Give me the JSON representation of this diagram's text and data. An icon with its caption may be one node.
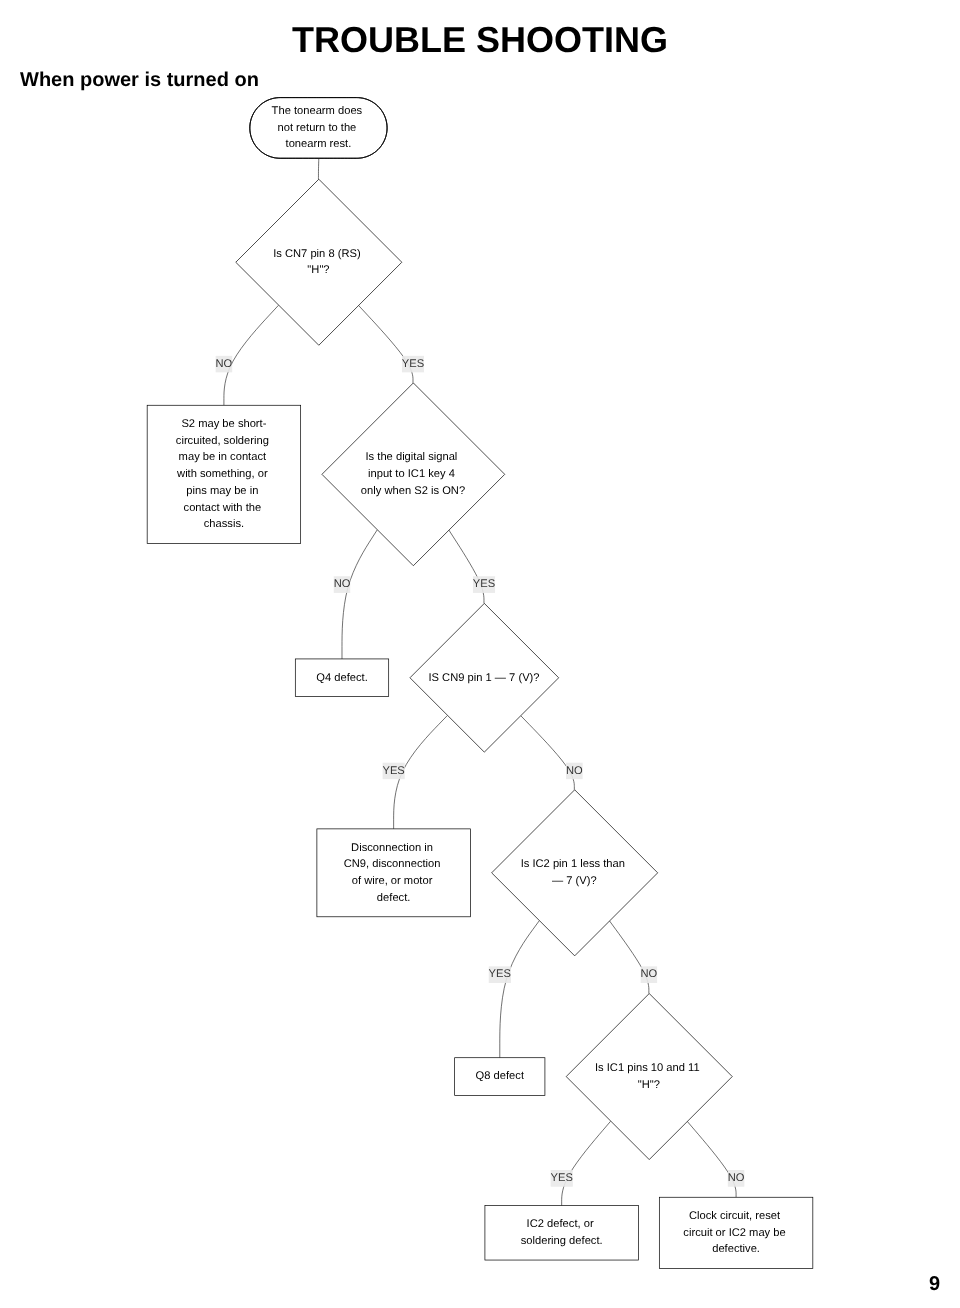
{
  "diagram": {
    "title": "TROUBLE SHOOTING",
    "nodes": [
      {
        "text": [
          "The tonearm does not return to the tonearm rest."
        ]
      },
      {
        "text": [
          "Is CN7 pin 8 (RS) \"H\"?"
        ]
      },
      {
        "text": [
          "S2 may be short-circuited, soldering may be in contact with something, or pins may be in contact with the chassis."
        ]
      },
      {
        "text": [
          "Is the digital signal input to IC1 key 4 only when S2 is ON?"
        ]
      },
      {
        "text": [
          "Q4 defect."
        ]
      },
      {
        "text": [
          "IS CN9 pin 1 — 7 (V)?"
        ]
      },
      {
        "text": [
          "Disconnection in CN9, disconnection of wire, or motor defect."
        ]
      },
      {
        "text": [
          "Is IC2 pin 1 less than — 7 (V)?"
        ]
      },
      {
        "text": [
          "Q8 defect"
        ]
      },
      {
        "text": [
          "Is IC1 pins 10 and 11 \"H\"?"
        ]
      },
      {
        "text": [
          "IC2 defect, or soldering defect."
        ]
      },
      {
        "text": [
          "Clock circuit, reset circuit or IC2 may be defective."
        ]
      }
    ],
    "edges": [
      {
        "from": 0,
        "to": 1,
        "arrow": "none"
      },
      {
        "from": 1,
        "to": 2,
        "arrow": "none",
        "label": "NO"
      },
      {
        "from": 1,
        "to": 3,
        "arrow": "none",
        "label": "YES"
      },
      {
        "from": 3,
        "to": 4,
        "arrow": "none",
        "label": "NO"
      },
      {
        "from": 3,
        "to": 5,
        "arrow": "none",
        "label": "YES"
      },
      {
        "from": 5,
        "to": 6,
        "arrow": "none",
        "label": "YES"
      },
      {
        "from": 5,
        "to": 7,
        "arrow": "none",
        "label": "NO"
      },
      {
        "from": 7,
        "to": 8,
        "arrow": "none",
        "label": "YES"
      },
      {
        "from": 7,
        "to": 9,
        "arrow": "none",
        "label": "NO"
      },
      {
        "from": 9,
        "to": 10,
        "arrow": "none",
        "label": "YES"
      },
      {
        "from": 9,
        "to": 11,
        "arrow": "none",
        "label": "NO"
      }
    ],
    "labels": [
      "When power is turned on",
      "9"
    ]
  }
}
